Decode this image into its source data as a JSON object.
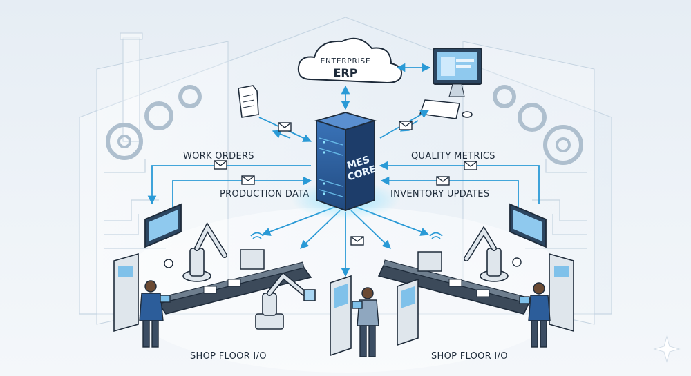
{
  "diagram": {
    "erp": {
      "line1": "ENTERPRISE",
      "line2": "ERP"
    },
    "core": {
      "line1": "MES",
      "line2": "CORE"
    },
    "flows": {
      "work_orders": "WORK ORDERS",
      "production_data": "PRODUCTION DATA",
      "quality_metrics": "QUALITY METRICS",
      "inventory_updates": "INVENTORY UPDATES"
    },
    "shop_floor_left": "SHOP FLOOR I/O",
    "shop_floor_right": "SHOP FLOOR I/O"
  },
  "colors": {
    "accent": "#39a9e0",
    "line": "#1e2b3a",
    "server_body": "#2c5d9a",
    "glow": "#6cd4ff"
  }
}
